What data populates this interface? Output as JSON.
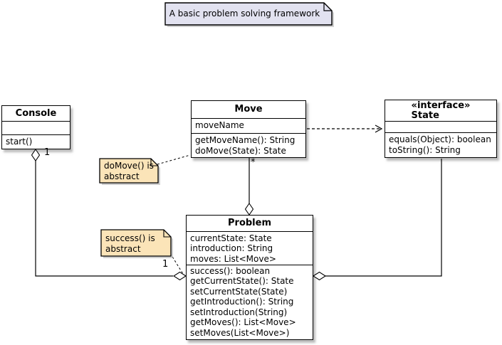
{
  "diagram_title_note": {
    "text": "A basic problem solving framework"
  },
  "classes": {
    "console": {
      "name": "Console",
      "attributes": [],
      "methods": [
        "start()"
      ]
    },
    "move": {
      "name": "Move",
      "attributes": [
        "moveName"
      ],
      "methods": [
        "getMoveName(): String",
        "doMove(State): State"
      ]
    },
    "state": {
      "stereotype": "«interface»",
      "name": "State",
      "attributes": [],
      "methods": [
        "equals(Object): boolean",
        "toString(): String"
      ]
    },
    "problem": {
      "name": "Problem",
      "attributes": [
        "currentState: State",
        "introduction: String",
        "moves: List<Move>"
      ],
      "methods": [
        "success(): boolean",
        "getCurrentState(): State",
        "setCurrentState(State)",
        "getIntroduction(): String",
        "setIntroduction(String)",
        "getMoves(): List<Move>",
        "setMoves(List<Move>)"
      ]
    }
  },
  "notes": {
    "domove": {
      "text": "doMove() is abstract"
    },
    "success": {
      "text": "success() is abstract"
    }
  },
  "relationships": {
    "console_problem": {
      "type": "aggregation (hollow diamonds both ends)",
      "console_end_label": "1",
      "problem_end_label": "1"
    },
    "problem_move": {
      "type": "aggregation (diamond at Problem top)",
      "move_end_label": "*"
    },
    "problem_state": {
      "type": "aggregation (diamond at Problem right)"
    },
    "move_state": {
      "type": "dashed dependency arrow Move to State"
    }
  },
  "colors": {
    "class_fill": "#FFFFFF",
    "note_fill": "#FBE4B8",
    "title_note_fill": "#E2E2F0",
    "line": "#000000",
    "shadow": "#A9A9A9"
  }
}
